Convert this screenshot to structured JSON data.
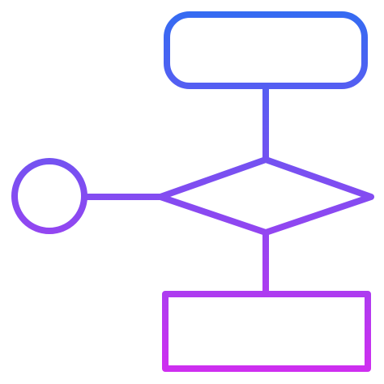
{
  "icon": {
    "name": "flowchart-icon",
    "gradient": {
      "top_color": "#2f6df2",
      "bottom_color": "#d42cf0"
    },
    "nodes": [
      {
        "id": "start-terminal",
        "shape": "rounded-rectangle",
        "label": ""
      },
      {
        "id": "decision",
        "shape": "diamond",
        "label": ""
      },
      {
        "id": "connector",
        "shape": "circle",
        "label": ""
      },
      {
        "id": "process",
        "shape": "rectangle",
        "label": ""
      }
    ],
    "edges": [
      {
        "from": "start-terminal",
        "to": "decision"
      },
      {
        "from": "decision",
        "to": "connector"
      },
      {
        "from": "decision",
        "to": "process"
      }
    ]
  }
}
